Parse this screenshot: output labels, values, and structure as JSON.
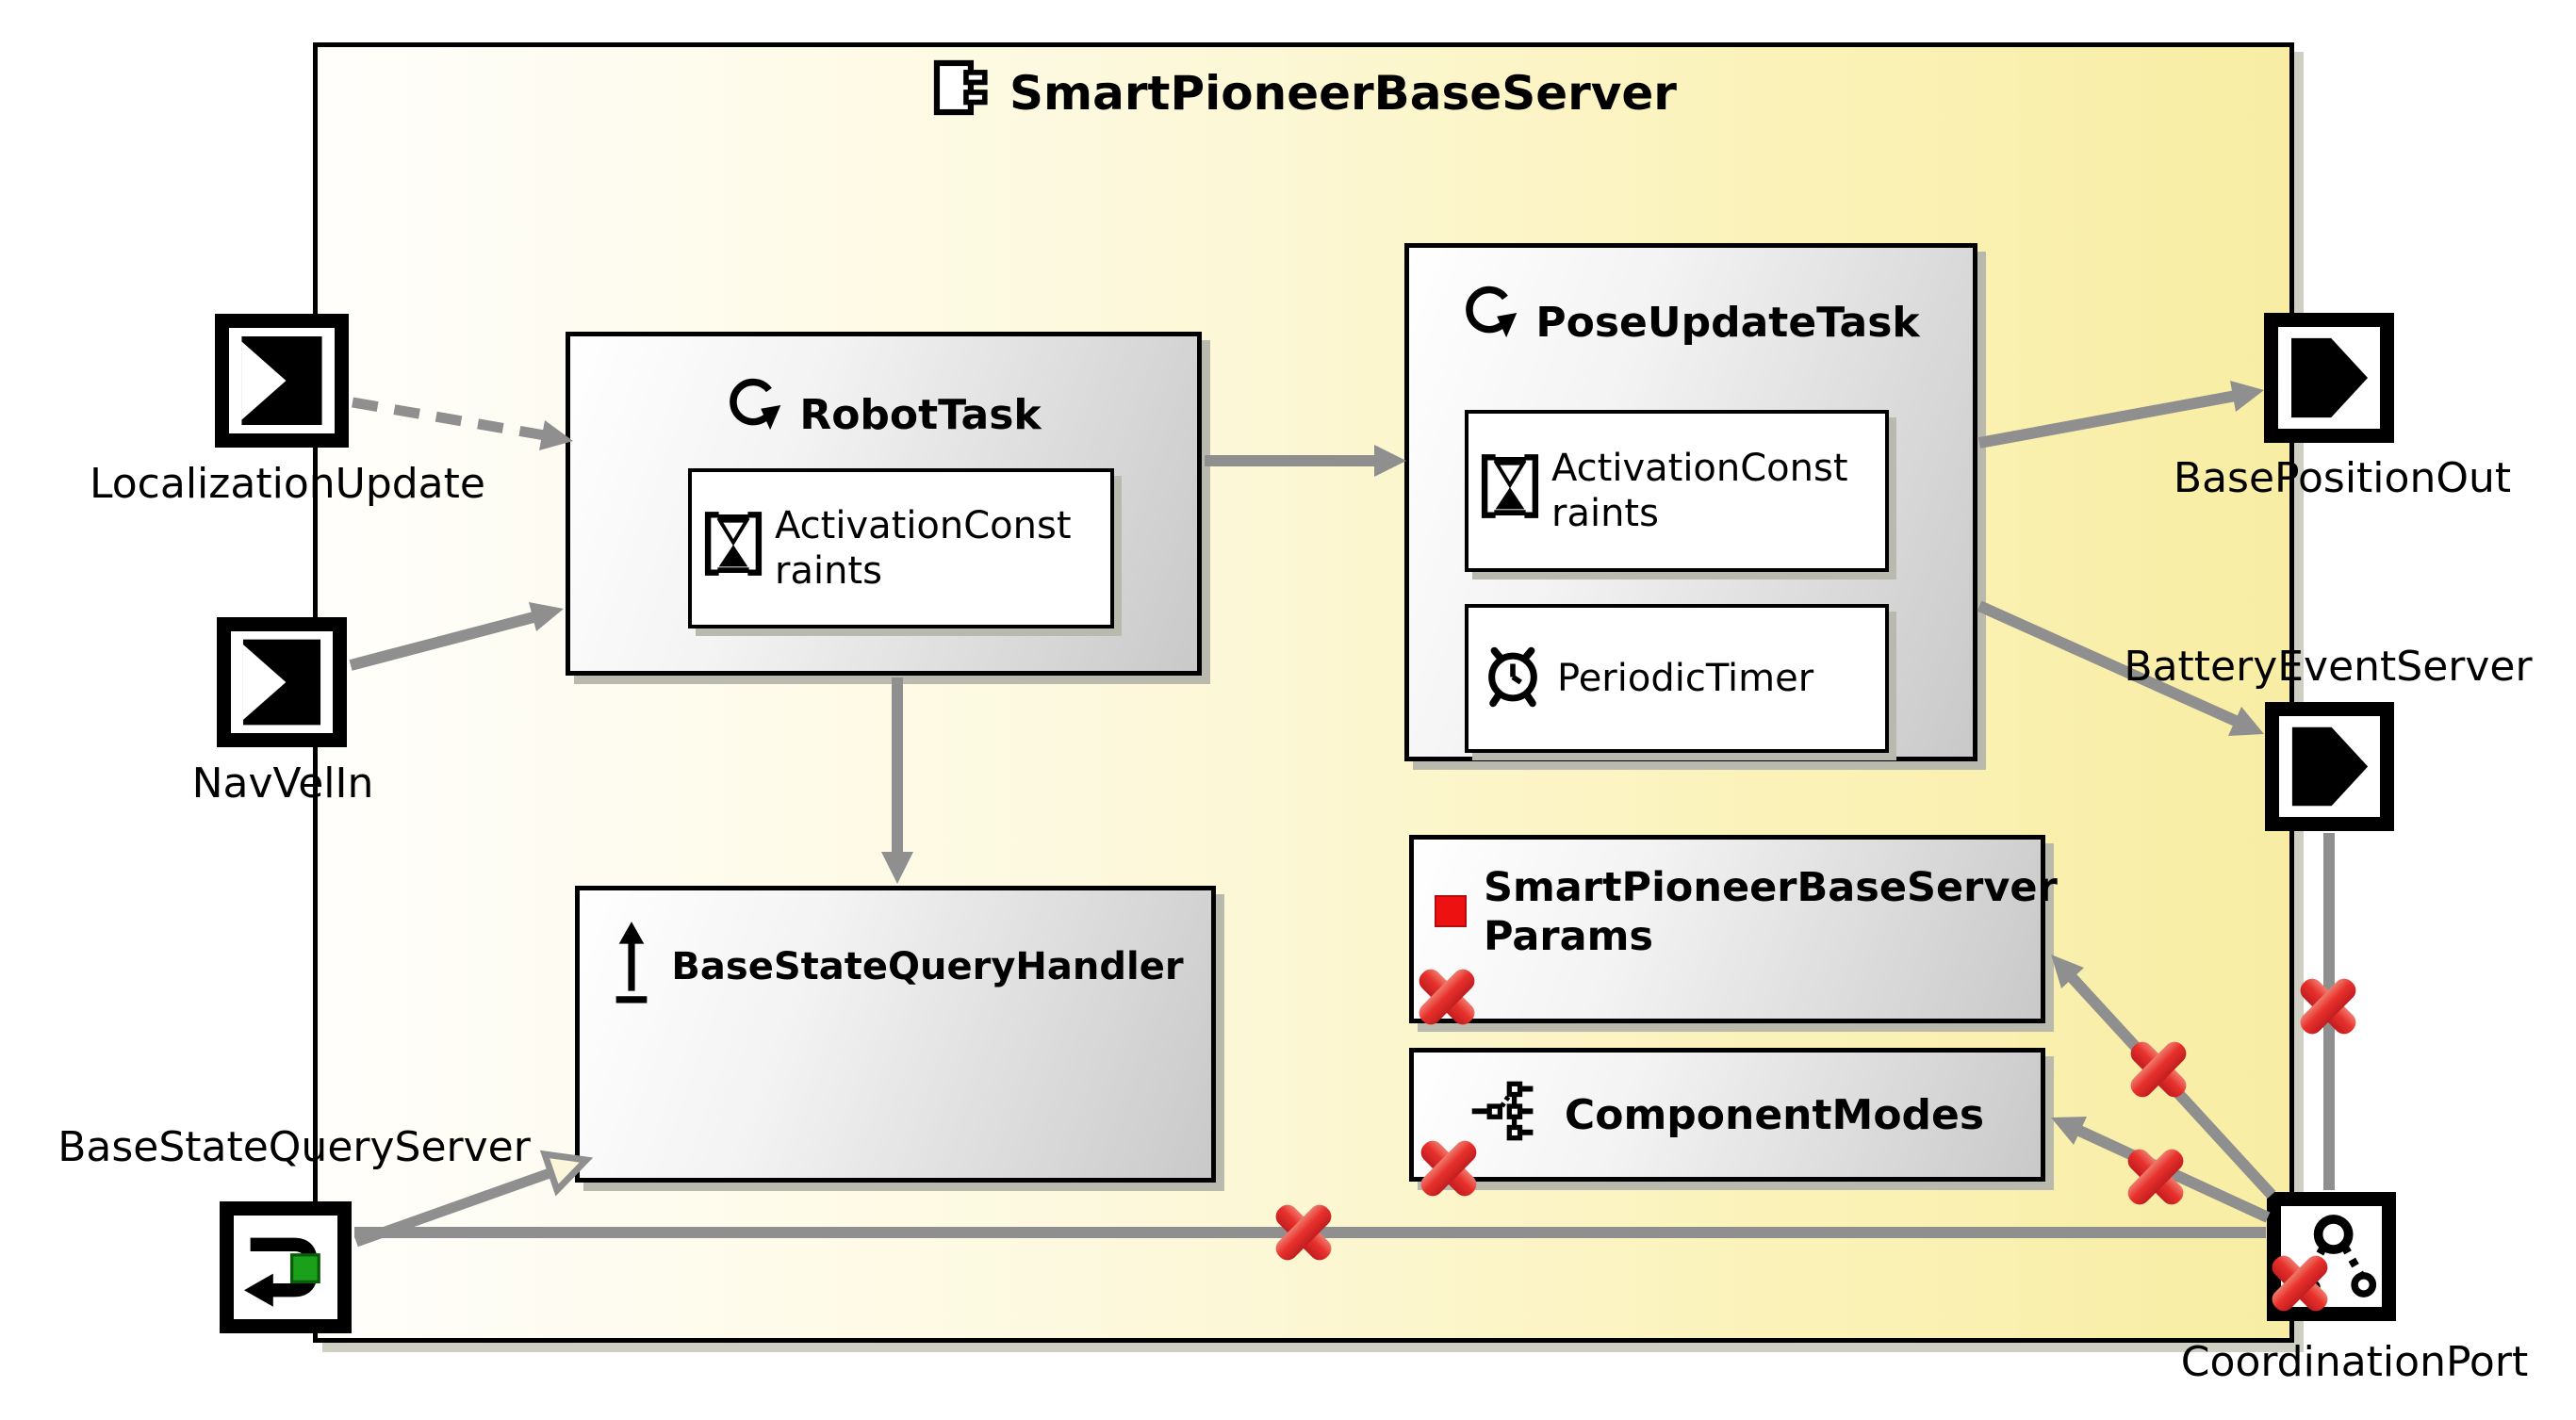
{
  "component": {
    "title": "SmartPioneerBaseServer"
  },
  "tasks": [
    {
      "id": "robot-task",
      "label": "RobotTask",
      "icon": "task-loop-icon",
      "elements": [
        {
          "label": "ActivationConstraints",
          "display": "ActivationConst\nraints",
          "icon": "hourglass-icon"
        }
      ]
    },
    {
      "id": "pose-update-task",
      "label": "PoseUpdateTask",
      "icon": "task-loop-icon",
      "elements": [
        {
          "label": "ActivationConstraints",
          "display": "ActivationConst\nraints",
          "icon": "hourglass-icon"
        },
        {
          "label": "PeriodicTimer",
          "display": "PeriodicTimer",
          "icon": "periodic-timer-icon"
        }
      ]
    },
    {
      "id": "base-state-query-handler",
      "label": "BaseStateQueryHandler",
      "icon": "upcall-arrow-icon",
      "elements": []
    }
  ],
  "resources": [
    {
      "id": "smart-pioneer-base-server-params",
      "label": "SmartPioneerBaseServerParams",
      "display": "SmartPioneerBaseServer\nParams",
      "icon": "parameter-set-icon",
      "error_marker": true
    },
    {
      "id": "component-modes",
      "label": "ComponentModes",
      "display": "ComponentModes",
      "icon": "modes-tree-icon",
      "error_marker": true
    }
  ],
  "ports": [
    {
      "id": "localization-update",
      "label": "LocalizationUpdate",
      "side": "left",
      "kind": "input"
    },
    {
      "id": "nav-vel-in",
      "label": "NavVelIn",
      "side": "left",
      "kind": "input"
    },
    {
      "id": "base-state-query-server",
      "label": "BaseStateQueryServer",
      "side": "left",
      "kind": "query-server",
      "ok_marker": true
    },
    {
      "id": "base-position-out",
      "label": "BasePositionOut",
      "side": "right",
      "kind": "output"
    },
    {
      "id": "battery-event-server",
      "label": "BatteryEventServer",
      "side": "right",
      "kind": "output"
    },
    {
      "id": "coordination-port",
      "label": "CoordinationPort",
      "side": "right",
      "kind": "coordination",
      "error_marker": true
    }
  ],
  "connections": [
    {
      "from": "LocalizationUpdate",
      "to": "RobotTask",
      "style": "dashed-arrow"
    },
    {
      "from": "NavVelIn",
      "to": "RobotTask",
      "style": "solid-arrow"
    },
    {
      "from": "RobotTask",
      "to": "PoseUpdateTask",
      "style": "solid-arrow"
    },
    {
      "from": "RobotTask",
      "to": "BaseStateQueryHandler",
      "style": "solid-arrow"
    },
    {
      "from": "PoseUpdateTask",
      "to": "BasePositionOut",
      "style": "solid-arrow"
    },
    {
      "from": "PoseUpdateTask",
      "to": "BatteryEventServer",
      "style": "solid-arrow"
    },
    {
      "from": "BaseStateQueryServer",
      "to": "BaseStateQueryHandler",
      "style": "hollow-triangle"
    },
    {
      "from": "BaseStateQueryServer",
      "to": "CoordinationPort",
      "style": "solid-line",
      "error_marker": true
    },
    {
      "from": "BatteryEventServer",
      "to": "CoordinationPort",
      "style": "solid-line",
      "error_marker": true
    },
    {
      "from": "CoordinationPort",
      "to": "SmartPioneerBaseServerParams",
      "style": "solid-arrow",
      "error_marker": true
    },
    {
      "from": "CoordinationPort",
      "to": "ComponentModes",
      "style": "solid-arrow",
      "error_marker": true
    }
  ],
  "colors": {
    "component_fill_left": "#fffefb",
    "component_fill_right": "#f8eda3",
    "node_fill_left": "#ffffff",
    "node_fill_right": "#c9c9c9",
    "connector": "#8f8f8f",
    "error": "#e5312b",
    "parameter_icon": "#ee1111",
    "ok_icon": "#1ba01b"
  }
}
